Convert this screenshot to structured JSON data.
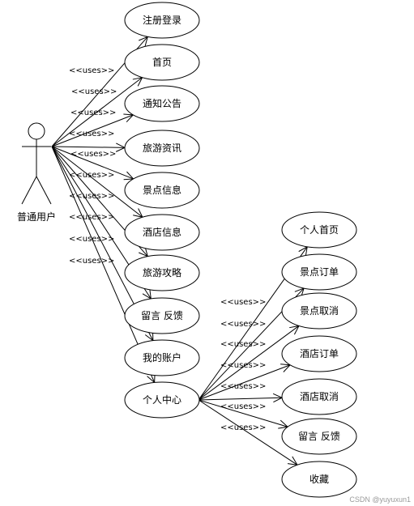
{
  "actor": {
    "label": "普通用户"
  },
  "stereotype": "<<uses>>",
  "primary_use_cases": [
    "注册登录",
    "首页",
    "通知公告",
    "旅游资讯",
    "景点信息",
    "酒店信息",
    "旅游攻略",
    "留言 反馈",
    "我的账户",
    "个人中心"
  ],
  "secondary_use_cases": [
    "个人首页",
    "景点订单",
    "景点取消",
    "酒店订单",
    "酒店取消",
    "留言 反馈",
    "收藏"
  ],
  "watermark": "CSDN @yuyuxun1"
}
